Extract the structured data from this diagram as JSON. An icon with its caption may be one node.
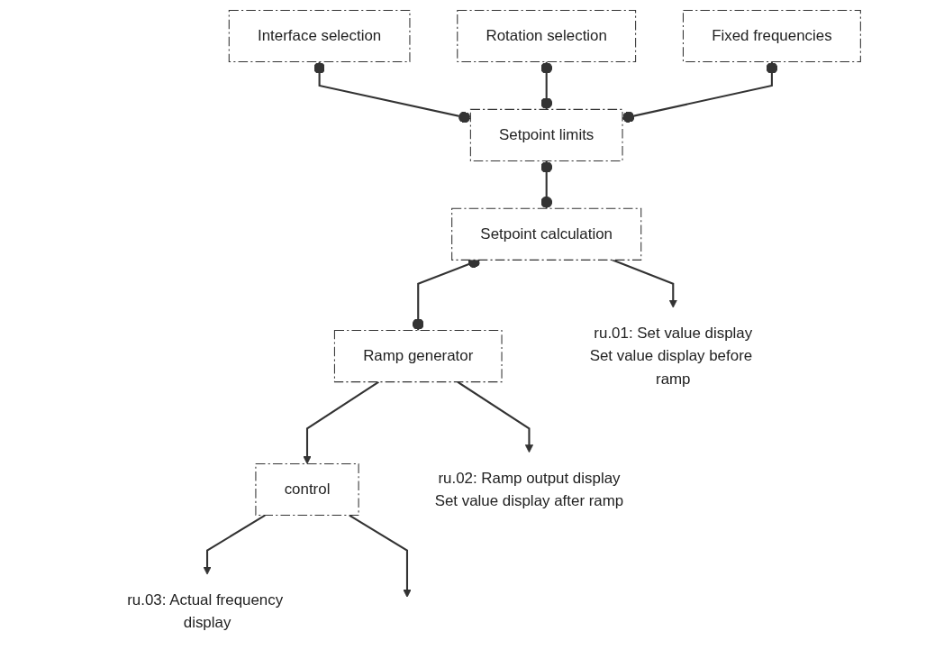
{
  "diagram": {
    "nodes": [
      {
        "text": [
          "Interface selection"
        ]
      },
      {
        "text": [
          "Rotation selection"
        ]
      },
      {
        "text": [
          "Fixed frequencies"
        ]
      },
      {
        "text": [
          "Setpoint limits"
        ]
      },
      {
        "text": [
          "Setpoint calculation"
        ]
      },
      {
        "text": [
          "Ramp generator"
        ]
      },
      {
        "text": [
          "control"
        ]
      },
      {
        "text": [
          "ru.01: Set value display",
          "Set value display before ramp"
        ]
      },
      {
        "text": [
          "ru.02: Ramp output display",
          "Set value display after ramp"
        ]
      },
      {
        "text": [
          "ru.03: Actual frequency display"
        ]
      }
    ],
    "edges": [
      {
        "from": 0,
        "to": 3,
        "arrow": "other"
      },
      {
        "from": 1,
        "to": 3,
        "arrow": "other"
      },
      {
        "from": 2,
        "to": 3,
        "arrow": "other"
      },
      {
        "from": 3,
        "to": 4,
        "arrow": "other"
      },
      {
        "from": 4,
        "to": 5,
        "arrow": "other"
      },
      {
        "from": 4,
        "to": 7,
        "arrow": "to"
      },
      {
        "from": 5,
        "to": 6,
        "arrow": "to"
      },
      {
        "from": 5,
        "to": 8,
        "arrow": "to"
      },
      {
        "from": 6,
        "to": 9,
        "arrow": "to"
      },
      {
        "from": 6,
        "to": null,
        "arrow": "to"
      }
    ]
  }
}
